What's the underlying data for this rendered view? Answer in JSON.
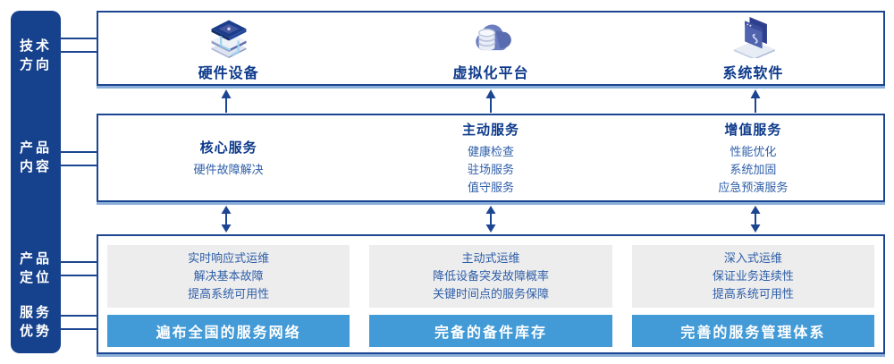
{
  "colors": {
    "sidebar_navy": "#16418c",
    "panel_border": "#1c4691",
    "panel_shadow": "#8aaed9",
    "title_navy": "#0d3a8b",
    "body_blue": "#2f5fa9",
    "bar_blue": "#429ad6",
    "gray_box": "#ededed"
  },
  "sidebar": {
    "rows": [
      {
        "line1": "技术",
        "line2": "方向"
      },
      {
        "line1": "产品",
        "line2": "内容"
      },
      {
        "line1": "产品",
        "line2": "定位"
      },
      {
        "line1": "服务",
        "line2": "优势"
      }
    ]
  },
  "tech_row": {
    "items": [
      {
        "icon": "server-stack-icon",
        "label": "硬件设备"
      },
      {
        "icon": "cloud-database-icon",
        "label": "虚拟化平台"
      },
      {
        "icon": "software-window-icon",
        "label": "系统软件"
      }
    ]
  },
  "content_row": {
    "items": [
      {
        "title": "核心服务",
        "lines": [
          "硬件故障解决"
        ]
      },
      {
        "title": "主动服务",
        "lines": [
          "健康检查",
          "驻场服务",
          "值守服务"
        ]
      },
      {
        "title": "增值服务",
        "lines": [
          "性能优化",
          "系统加固",
          "应急预演服务"
        ]
      }
    ]
  },
  "position_row": {
    "items": [
      {
        "lines": [
          "实时响应式运维",
          "解决基本故障",
          "提高系统可用性"
        ],
        "bar": "遍布全国的服务网络"
      },
      {
        "lines": [
          "主动式运维",
          "降低设备突发故障概率",
          "关键时间点的服务保障"
        ],
        "bar": "完备的备件库存"
      },
      {
        "lines": [
          "深入式运维",
          "保证业务连续性",
          "提高系统可用性"
        ],
        "bar": "完善的服务管理体系"
      }
    ]
  }
}
